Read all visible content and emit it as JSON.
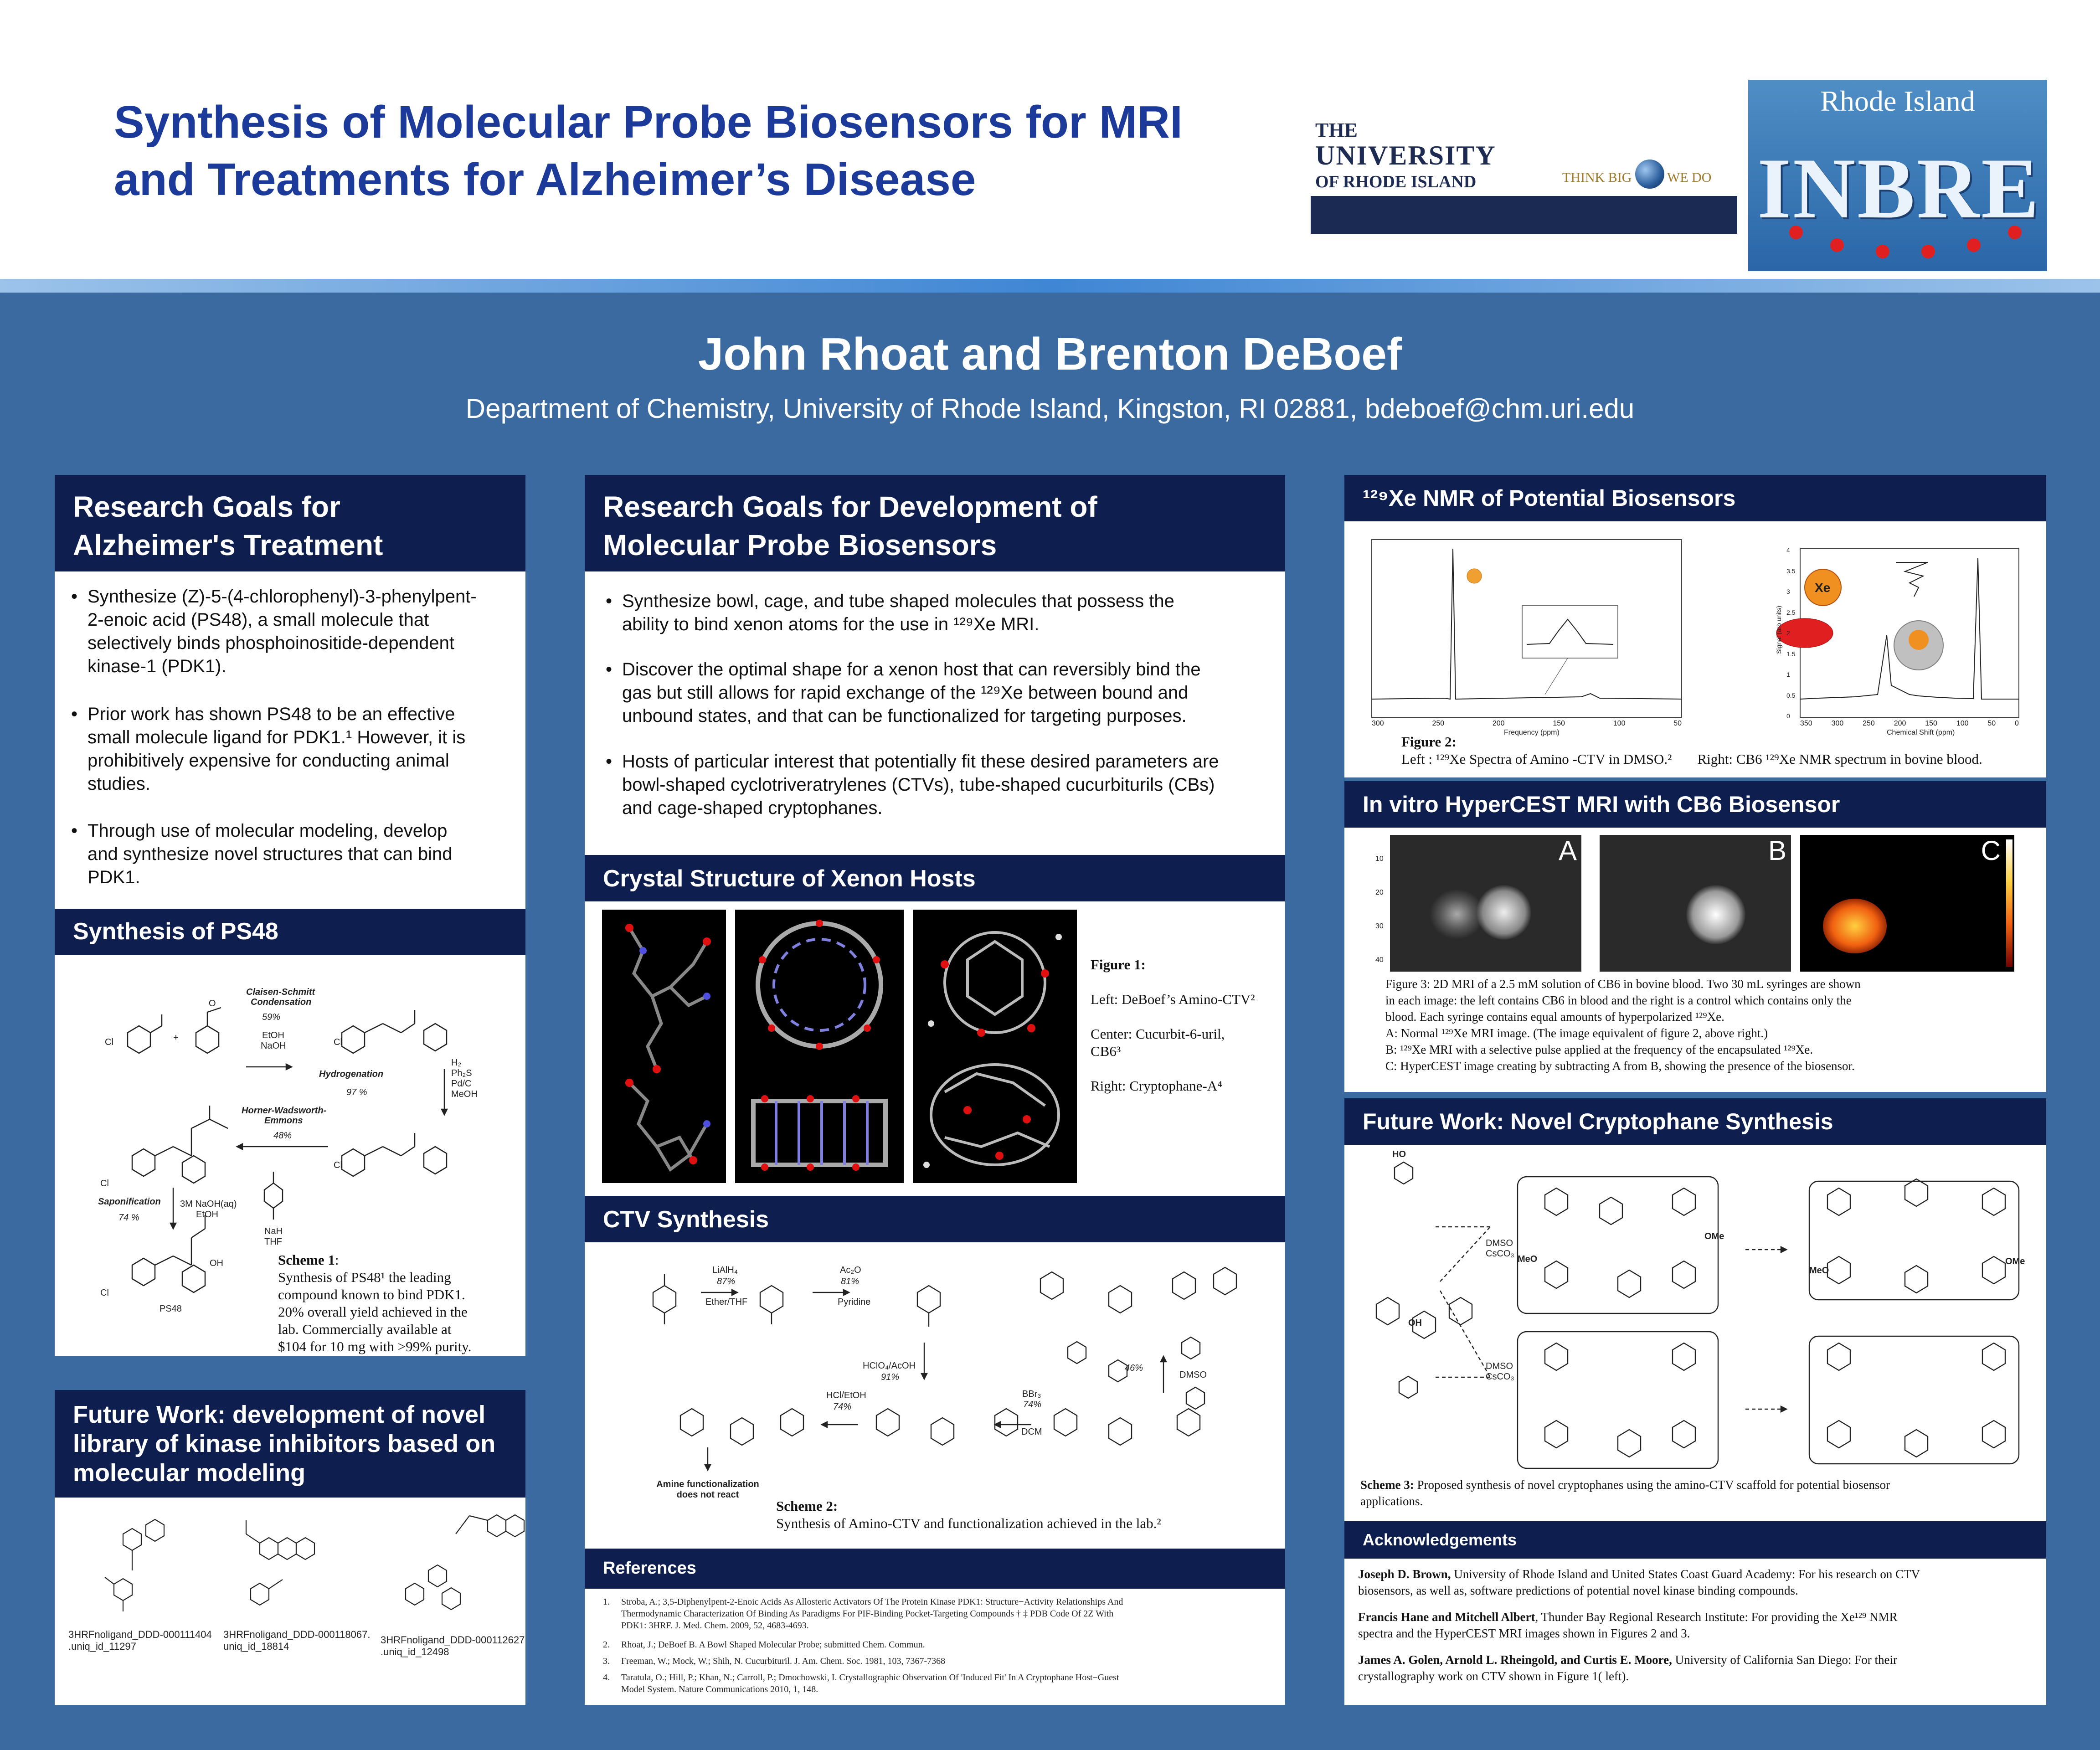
{
  "header": {
    "title_line1": "Synthesis of Molecular Probe Biosensors for MRI",
    "title_line2": "and Treatments for Alzheimer’s Disease",
    "uri_logo": {
      "line1": "THE",
      "line2": "UNIVERSITY",
      "line3": "OF RHODE ISLAND",
      "tag_left": "THINK BIG",
      "tag_right": "WE DO"
    },
    "inbre_logo": {
      "arc": "Rhode Island",
      "word": "INBRE"
    }
  },
  "authors": "John Rhoat and Brenton DeBoef",
  "affiliation": "Department of Chemistry, University of Rhode Island, Kingston, RI  02881, bdeboef@chm.uri.edu",
  "col1": {
    "goals": {
      "heading_line1": "Research Goals for",
      "heading_line2": "Alzheimer's Treatment",
      "bullets": [
        [
          "Synthesize (Z)-5-(4-chlorophenyl)-3-phenylpent-",
          "2-enoic acid (PS48), a small molecule that",
          "selectively binds phosphoinositide-dependent",
          "kinase-1 (PDK1)."
        ],
        [
          "Prior work has shown PS48 to be an effective",
          "small molecule ligand for PDK1.¹ However, it is",
          "prohibitively expensive for conducting animal",
          "studies."
        ],
        [
          "Through use of molecular modeling, develop",
          "and synthesize novel structures that can bind",
          "PDK1."
        ]
      ]
    },
    "ps48": {
      "heading": "Synthesis of PS48",
      "step_labels": [
        "Claisen-Schmitt",
        "Condensation",
        "59%",
        "EtOH",
        "NaOH",
        "Hydrogenation",
        "97 %",
        "H₂",
        "Ph₂S",
        "Pd/C",
        "MeOH",
        "Horner-Wadsworth-",
        "Emmons",
        "48%",
        "NaH",
        "THF",
        "Saponification",
        "74 %",
        "3M NaOH(aq)",
        "EtOH",
        "PS48"
      ],
      "scheme_title": "Scheme 1",
      "scheme_lines": [
        "Synthesis of  PS48¹ the leading",
        "compound known to bind PDK1.",
        "20% overall yield achieved  in the",
        "lab. Commercially  available at",
        "$104 for 10 mg with >99% purity."
      ]
    },
    "future": {
      "heading_line1": "Future Work: development of novel",
      "heading_line2": "library of kinase inhibitors based on",
      "heading_line3": "molecular modeling",
      "compounds": [
        {
          "l1": "3HRFnoligand_DDD-000111404",
          "l2": ".uniq_id_11297"
        },
        {
          "l1": "3HRFnoligand_DDD-000118067.",
          "l2": "uniq_id_18814"
        },
        {
          "l1": "3HRFnoligand_DDD-000112627",
          "l2": ".uniq_id_12498"
        }
      ]
    }
  },
  "col2": {
    "goals": {
      "heading_line1": "Research Goals for Development of",
      "heading_line2": "Molecular Probe Biosensors",
      "bullets": [
        [
          "Synthesize bowl, cage, and tube shaped molecules that possess the",
          "ability to bind xenon atoms for the use in ¹²⁹Xe MRI."
        ],
        [
          "Discover the optimal shape for a xenon host that can reversibly bind the",
          "gas but still allows for rapid exchange of the ¹²⁹Xe between bound and",
          "unbound states, and that can be functionalized for targeting purposes."
        ],
        [
          "Hosts of particular interest that potentially fit these desired parameters are",
          "bowl-shaped cyclotriveratrylenes (CTVs), tube-shaped cucurbiturils (CBs)",
          "and  cage-shaped cryptophanes."
        ]
      ]
    },
    "crystal": {
      "heading": "Crystal Structure of Xenon Hosts",
      "fig_title": "Figure 1:",
      "fig_lines": [
        "Left: DeBoef’s Amino-CTV²",
        "Center: Cucurbit-6-uril,",
        "CB6³",
        "Right: Cryptophane-A⁴"
      ]
    },
    "ctv": {
      "heading": "CTV Synthesis",
      "labels": [
        "LiAlH₄",
        "87%",
        "Ether/THF",
        "Ac₂O",
        "81%",
        "Pyridine",
        "HClO₄/AcOH",
        "91%",
        "HCl/EtOH",
        "74%",
        "BBr₃",
        "74%",
        "DCM",
        "46%",
        "DMSO",
        "Amine functionalization",
        "does not react"
      ],
      "scheme_title": "Scheme 2:",
      "scheme_text": "Synthesis of Amino-CTV and functionalization achieved in the lab.²"
    },
    "refs": {
      "heading": "References",
      "items": [
        [
          "1.",
          "Stroba, A.; 3,5-Diphenylpent-2-Enoic Acids As Allosteric Activators Of The Protein Kinase PDK1: Structure−Activity Relationships And",
          "Thermodynamic Characterization Of Binding As Paradigms For PIF-Binding Pocket-Targeting Compounds † ‡ PDB Code Of 2Z With",
          "PDK1: 3HRF. J. Med. Chem. 2009, 52, 4683-4693."
        ],
        [
          "2.",
          "Rhoat, J.; DeBoef B. A Bowl Shaped Molecular Probe; submitted Chem. Commun."
        ],
        [
          "3.",
          "Freeman, W.; Mock, W.; Shih, N. Cucurbituril. J. Am. Chem. Soc. 1981, 103, 7367-7368"
        ],
        [
          "4.",
          "Taratula, O.; Hill, P.; Khan, N.; Carroll, P.; Dmochowski, I. Crystallographic Observation Of 'Induced Fit' In A Cryptophane Host−Guest",
          "Model System. Nature Communications 2010, 1, 148."
        ]
      ]
    }
  },
  "col3": {
    "nmr": {
      "heading": "¹²⁹Xe NMR of Potential Biosensors",
      "left_axis": [
        "300",
        "250",
        "200",
        "150",
        "100",
        "50"
      ],
      "left_xlabel": "Frequency (ppm)",
      "right_axis": [
        "350",
        "300",
        "250",
        "200",
        "150",
        "100",
        "50",
        "0"
      ],
      "right_yaxis": [
        "4",
        "3.5",
        "3",
        "2.5",
        "2",
        "1.5",
        "1",
        "0.5",
        "0"
      ],
      "right_xlabel": "Chemical Shift (ppm)",
      "right_ylabel": "Signal (arb units)",
      "xe_label": "Xe",
      "fig_title": "Figure 2:",
      "fig_left": "Left : ¹²⁹Xe Spectra of Amino  -CTV in DMSO.²",
      "fig_right": "Right: CB6 ¹²⁹Xe  NMR spectrum in bovine blood."
    },
    "hypercest": {
      "heading": "In vitro HyperCEST MRI with CB6 Biosensor",
      "panels": [
        "A",
        "B",
        "C"
      ],
      "y_ticks": [
        "10",
        "20",
        "30",
        "40"
      ],
      "caption_lines": [
        "Figure 3: 2D MRI of a 2.5 mM solution of CB6 in bovine blood. Two 30 mL syringes are shown",
        "in each image: the left contains CB6 in blood and the right is a control which contains only the",
        "blood. Each syringe contains equal amounts of hyperpolarized ¹²⁹Xe.",
        "A: Normal  ¹²⁹Xe MRI image. (The image equivalent of figure 2, above right.)",
        "B: ¹²⁹Xe MRI with a selective pulse applied at the frequency of the encapsulated ¹²⁹Xe.",
        "C: HyperCEST image creating by subtracting A from B, showing the presence of the biosensor."
      ]
    },
    "cryptophane": {
      "heading": "Future Work: Novel Cryptophane Synthesis",
      "labels": [
        "DMSO",
        "CsCO₃",
        "MeO",
        "OMe",
        "HO",
        "OH"
      ],
      "caption_title": "Scheme 3:",
      "caption_text1": " Proposed synthesis of novel cryptophanes using the amino-CTV scaffold for potential biosensor",
      "caption_text2": "applications."
    },
    "ack": {
      "heading": "Acknowledgements",
      "items": [
        {
          "name": "Joseph D. Brown,",
          "l1": " University of Rhode Island and United States Coast Guard Academy:  For his research on CTV",
          "l2": "biosensors,  as well as, software predictions of potential novel kinase binding compounds."
        },
        {
          "name": "Francis Hane and Mitchell Albert",
          "l1": ", Thunder Bay Regional Research Institute: For providing the Xe¹²⁹ NMR",
          "l2": "spectra and the HyperCEST MRI images shown  in Figures 2 and 3."
        },
        {
          "name": "James A. Golen, Arnold L. Rheingold, and Curtis E. Moore,",
          "l1": " University of California San Diego: For their",
          "l2": "crystallography  work on CTV shown in Figure 1( left)."
        }
      ]
    }
  }
}
